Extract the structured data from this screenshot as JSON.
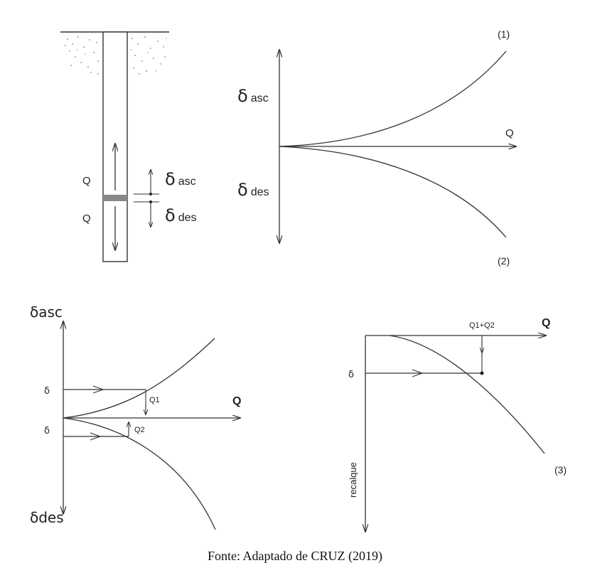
{
  "pile": {
    "load_top": "Q",
    "load_bottom": "Q",
    "delta_up": "δ",
    "delta_up_sub": "asc",
    "delta_down": "δ",
    "delta_down_sub": "des"
  },
  "graph_top": {
    "y_up_symbol": "δ",
    "y_up_sub": "asc",
    "y_down_symbol": "δ",
    "y_down_sub": "des",
    "x_label": "Q",
    "curve1_label": "(1)",
    "curve2_label": "(2)"
  },
  "graph_bl": {
    "y_up_label": "δasc",
    "y_down_label": "δdes",
    "x_label": "Q",
    "delta1": "δ",
    "delta2": "δ",
    "q1": "Q1",
    "q2": "Q2"
  },
  "graph_br": {
    "x_label": "Q",
    "sum_label": "Q1+Q2",
    "delta": "δ",
    "y_label": "recalque",
    "curve3_label": "(3)"
  },
  "caption": "Fonte: Adaptado de CRUZ (2019)"
}
